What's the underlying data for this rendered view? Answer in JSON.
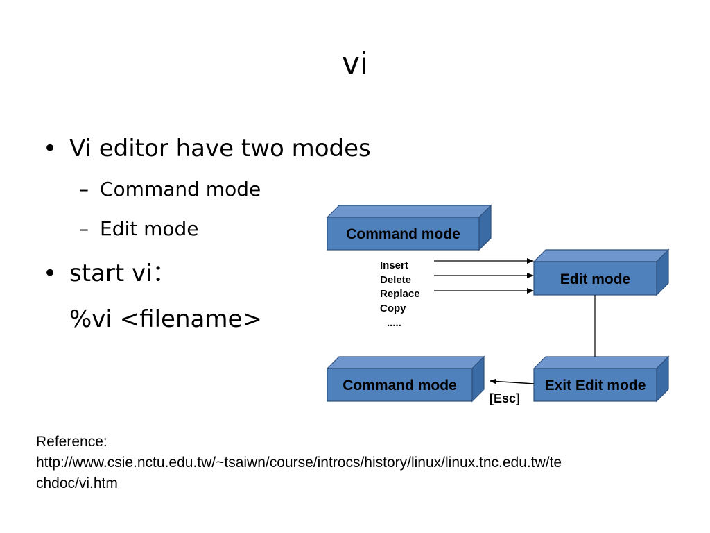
{
  "slide": {
    "title": "vi"
  },
  "bullets": {
    "b1": "Vi editor have two modes",
    "b1_sub1": "Command mode",
    "b1_sub2": "Edit mode",
    "b2": " start vi：",
    "b2_cont": "%vi <filename>",
    "dot_glyph": "•",
    "dash_glyph": "–"
  },
  "diagram": {
    "box_top_left": "Command mode",
    "box_edit": "Edit mode",
    "box_bottom_left": "Command mode",
    "box_exit": "Exit Edit mode",
    "ops": [
      "Insert",
      "Delete",
      "Replace",
      "Copy",
      "....."
    ],
    "esc_label": "[Esc]",
    "colors": {
      "box_front": "#4f81bd",
      "box_top": "#6f96cd",
      "box_side": "#3a6ba5",
      "box_border": "#2d4f7c",
      "line": "#000000"
    }
  },
  "reference": {
    "label": "Reference:",
    "url_line1": "http://www.csie.nctu.edu.tw/~tsaiwn/course/introcs/history/linux/linux.tnc.edu.tw/te",
    "url_line2": "chdoc/vi.htm"
  }
}
